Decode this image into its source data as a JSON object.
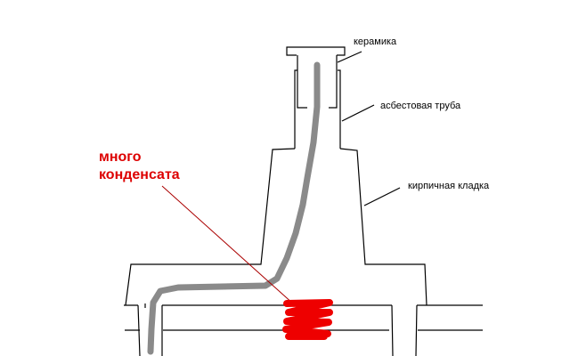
{
  "labels": {
    "ceramic": "керамика",
    "asbestos_pipe": "асбестовая труба",
    "brickwork": "кирпичная кладка"
  },
  "annotation": {
    "line1": "много",
    "line2": "конденсата"
  },
  "colors": {
    "outline": "#000000",
    "smoke": "#8a8a8a",
    "condensate": "#ee0000",
    "annotation": "#dd0000",
    "pointer": "#aa0000"
  }
}
